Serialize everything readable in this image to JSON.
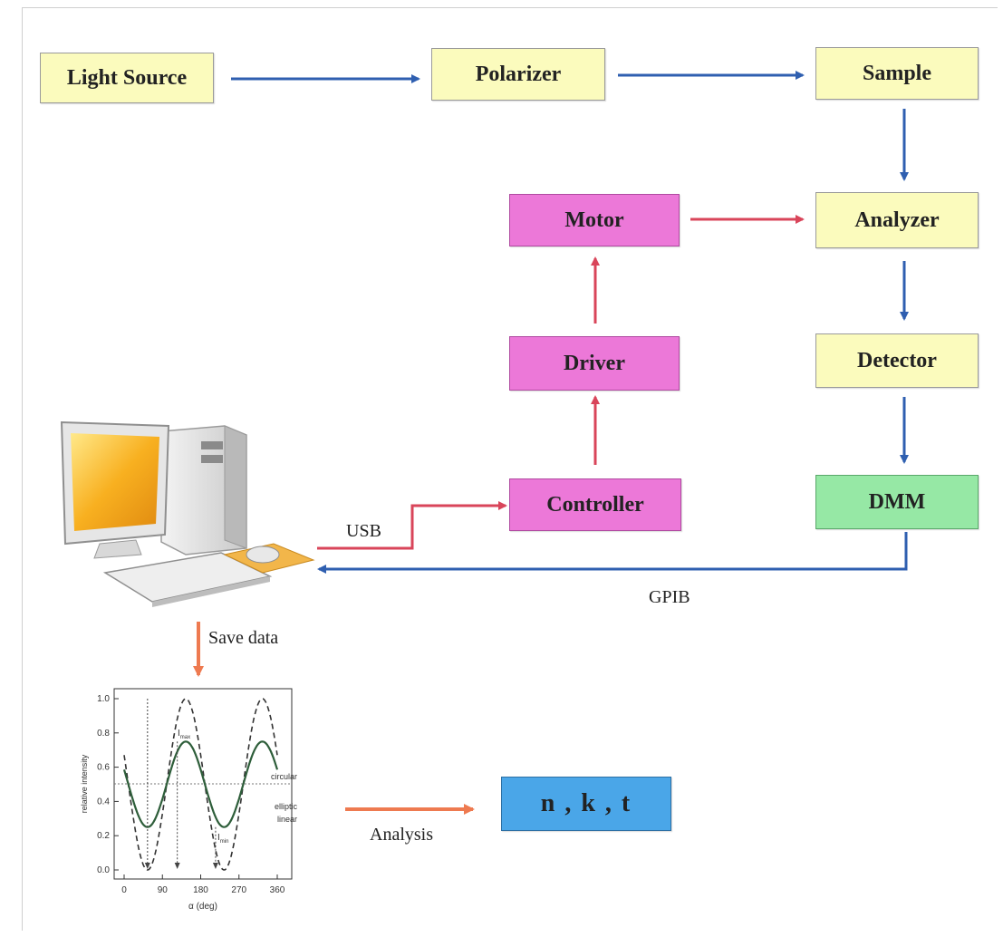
{
  "boxes": {
    "light_source": "Light Source",
    "polarizer": "Polarizer",
    "sample": "Sample",
    "analyzer": "Analyzer",
    "detector": "Detector",
    "dmm": "DMM",
    "motor": "Motor",
    "driver": "Driver",
    "controller": "Controller",
    "result": "n , k , t"
  },
  "labels": {
    "usb": "USB",
    "gpib": "GPIB",
    "save_data": "Save data",
    "analysis": "Analysis"
  },
  "colors": {
    "blue_arrow": "#2f5fb0",
    "red_arrow": "#d9455a",
    "orange_arrow": "#ee7a50",
    "yellow_box": "#fbfbbd",
    "magenta_box": "#ec78d8",
    "green_box": "#96e8a5",
    "blue_box": "#4aa6e8"
  },
  "plot": {
    "ylabel": "relative intensity",
    "xlabel": "α (deg)",
    "x_ticks": [
      "0",
      "90",
      "180",
      "270",
      "360"
    ],
    "y_ticks": [
      "0.0",
      "0.2",
      "0.4",
      "0.6",
      "0.8",
      "1.0"
    ],
    "annotations": {
      "imax": "I",
      "imax_sub": "max",
      "imin": "I",
      "imin_sub": "min",
      "circular": "circular",
      "elliptic": "elliptic",
      "linear": "linear"
    },
    "xlim": [
      0,
      360
    ],
    "ylim": [
      0,
      1.0
    ]
  }
}
